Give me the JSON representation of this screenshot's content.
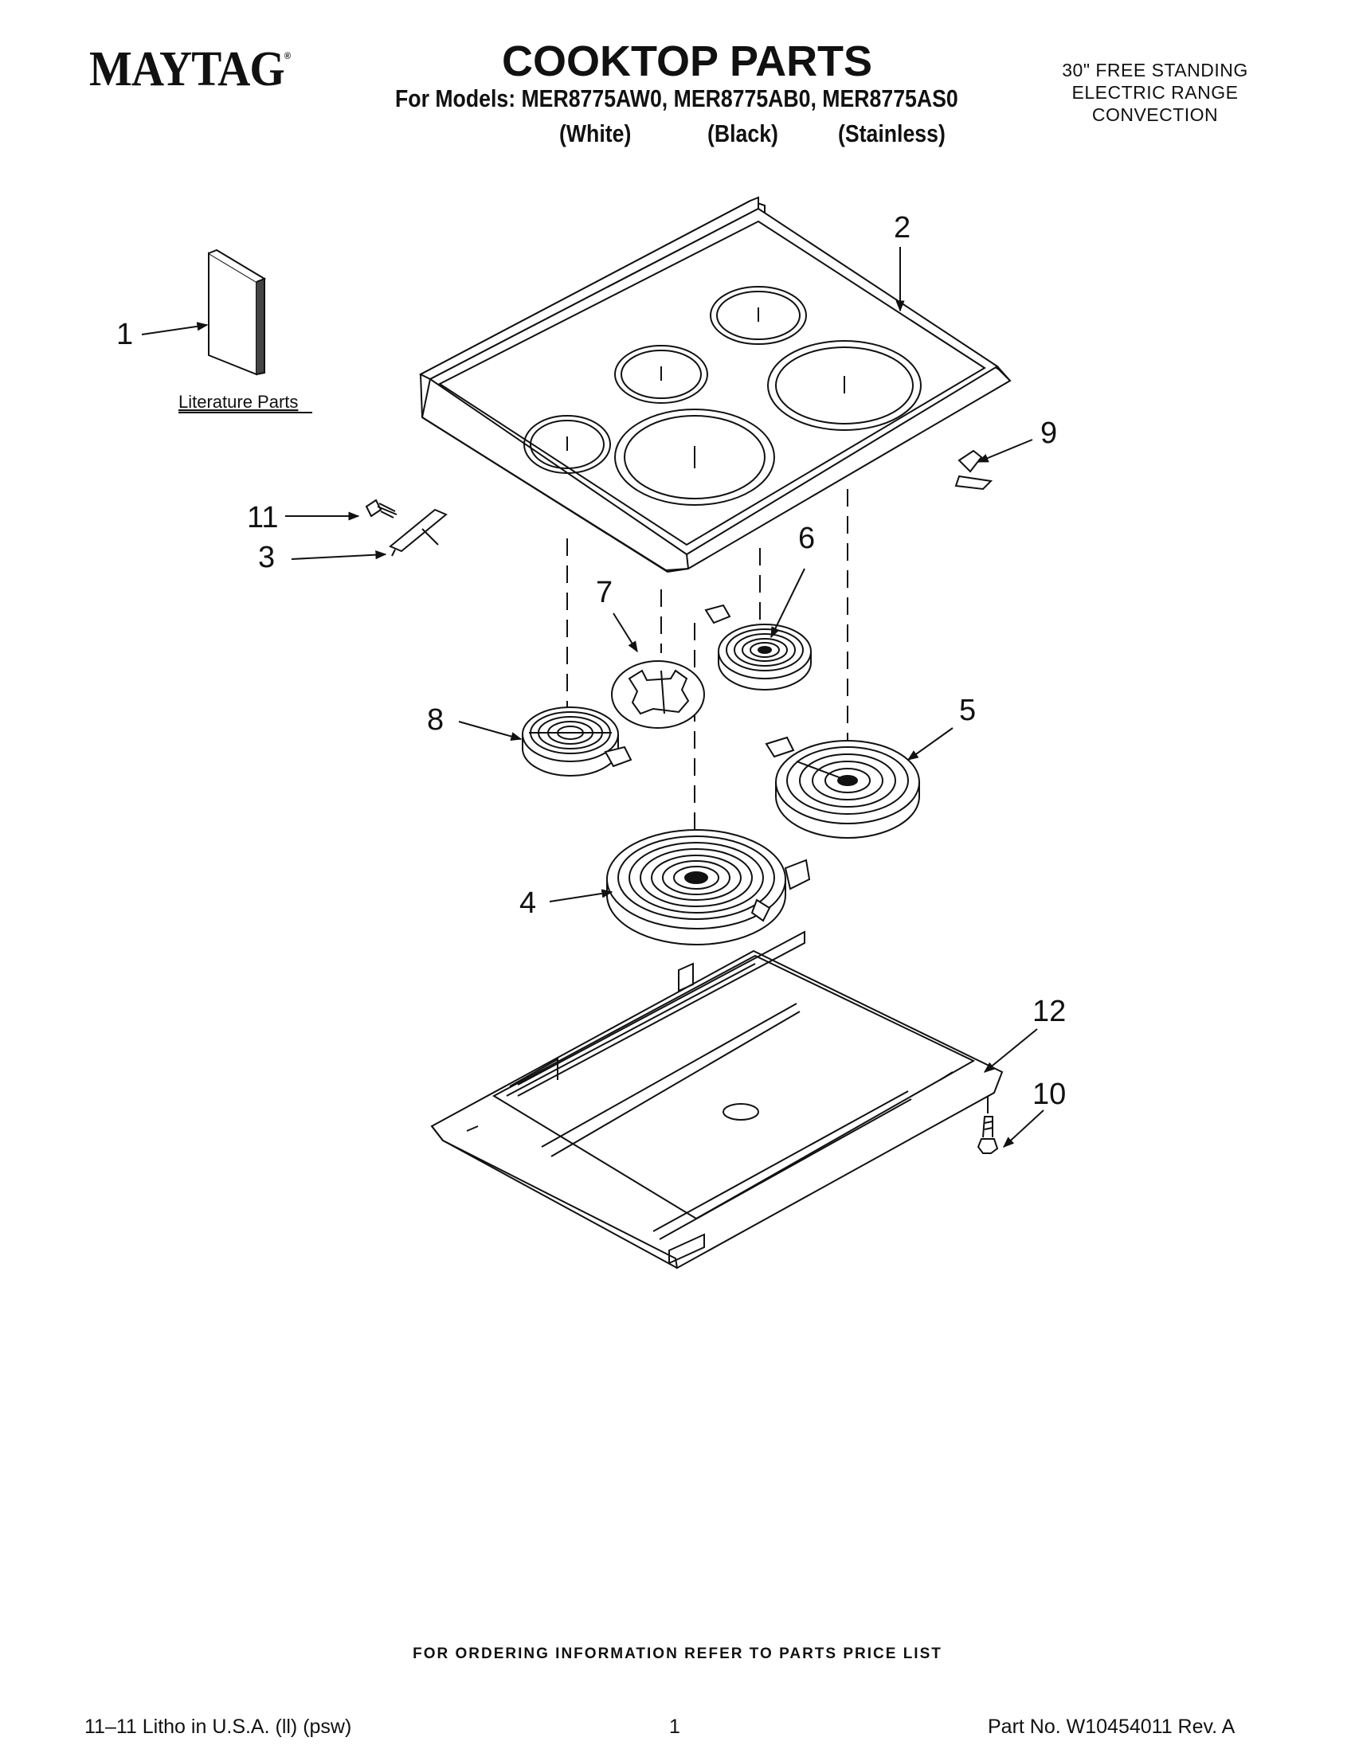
{
  "header": {
    "brand": "MAYTAG",
    "brand_mark": "®",
    "title": "COOKTOP PARTS",
    "models_line": "For Models: MER8775AW0, MER8775AB0, MER8775AS0",
    "variants": [
      "(White)",
      "(Black)",
      "(Stainless)"
    ],
    "subtitle_lines": [
      "30\" FREE STANDING",
      "ELECTRIC RANGE",
      "CONVECTION"
    ]
  },
  "diagram": {
    "literature_label": "Literature Parts",
    "callouts": [
      "1",
      "2",
      "3",
      "4",
      "5",
      "6",
      "7",
      "8",
      "9",
      "10",
      "11",
      "12"
    ]
  },
  "footer": {
    "ordering_note": "FOR ORDERING INFORMATION REFER TO PARTS PRICE LIST",
    "litho": "11–11 Litho in U.S.A. (ll) (psw)",
    "page_number": "1",
    "part_number": "Part No. W10454011 Rev. A"
  },
  "colors": {
    "ink": "#111111",
    "paper": "#ffffff"
  }
}
